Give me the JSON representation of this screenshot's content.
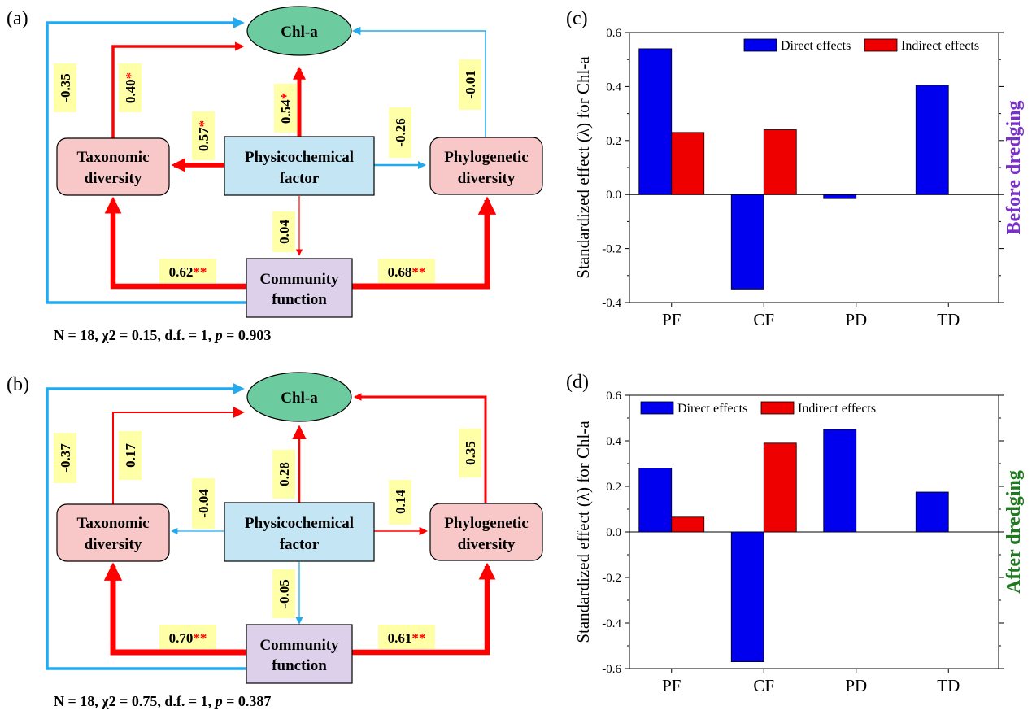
{
  "colors": {
    "positive": "#ff0000",
    "negative": "#22aaee",
    "direct": "#0000ee",
    "indirect": "#ee0000",
    "chla_fill": "#6ccca0",
    "diversity_fill": "#f8c8c8",
    "physchem_fill": "#c4e6f4",
    "function_fill": "#dcd0ea",
    "coef_box": "#ffffa8",
    "star": "#ff0000",
    "before_label": "#7b2fc9",
    "after_label": "#1f7a1f"
  },
  "panel_a": {
    "label": "(a)",
    "nodes": {
      "chla": "Chl-a",
      "taxonomic": [
        "Taxonomic",
        "diversity"
      ],
      "physchem": [
        "Physicochemical",
        "factor"
      ],
      "phylogenetic": [
        "Phylogenetic",
        "diversity"
      ],
      "function": [
        "Community",
        "function"
      ]
    },
    "coefficients": {
      "cf_chla": {
        "value": "-0.35",
        "stars": ""
      },
      "td_chla": {
        "value": "0.40",
        "stars": "*"
      },
      "pf_chla": {
        "value": "0.54",
        "stars": "*"
      },
      "pd_chla": {
        "value": "-0.01",
        "stars": ""
      },
      "pf_td": {
        "value": "0.57",
        "stars": "*"
      },
      "pf_pd": {
        "value": "-0.26",
        "stars": ""
      },
      "pf_cf": {
        "value": "0.04",
        "stars": ""
      },
      "cf_td": {
        "value": "0.62",
        "stars": "**"
      },
      "cf_pd": {
        "value": "0.68",
        "stars": "**"
      }
    },
    "stats": {
      "prefix": "N = 18, χ2 = 0.15, d.f. = 1, ",
      "p_symbol": "p",
      "p_value": " = 0.903"
    }
  },
  "panel_b": {
    "label": "(b)",
    "nodes": {
      "chla": "Chl-a",
      "taxonomic": [
        "Taxonomic",
        "diversity"
      ],
      "physchem": [
        "Physicochemical",
        "factor"
      ],
      "phylogenetic": [
        "Phylogenetic",
        "diversity"
      ],
      "function": [
        "Community",
        "function"
      ]
    },
    "coefficients": {
      "cf_chla": {
        "value": "-0.37",
        "stars": ""
      },
      "td_chla": {
        "value": "0.17",
        "stars": ""
      },
      "pf_chla": {
        "value": "0.28",
        "stars": ""
      },
      "pd_chla": {
        "value": "0.35",
        "stars": ""
      },
      "pf_td": {
        "value": "-0.04",
        "stars": ""
      },
      "pf_pd": {
        "value": "0.14",
        "stars": ""
      },
      "pf_cf": {
        "value": "-0.05",
        "stars": ""
      },
      "cf_td": {
        "value": "0.70",
        "stars": "**"
      },
      "cf_pd": {
        "value": "0.61",
        "stars": "**"
      }
    },
    "stats": {
      "prefix": "N = 18, χ2 = 0.75, d.f. = 1, ",
      "p_symbol": "p",
      "p_value": " = 0.387"
    }
  },
  "chart_data": [
    {
      "type": "bar",
      "panel_label": "(c)",
      "categories": [
        "PF",
        "CF",
        "PD",
        "TD"
      ],
      "series": [
        {
          "name": "Direct effects",
          "values": [
            0.54,
            -0.35,
            -0.015,
            0.405
          ]
        },
        {
          "name": "Indirect effects",
          "values": [
            0.23,
            0.24,
            null,
            null
          ]
        }
      ],
      "ylabel": "Standardized effect (λ) for Chl-a",
      "side_label": "Before dredging",
      "ylim": [
        -0.4,
        0.6
      ],
      "yticks": [
        -0.4,
        -0.2,
        0.0,
        0.2,
        0.4,
        0.6
      ],
      "ytick_labels": [
        "-0.4",
        "-0.2",
        "0.0",
        "0.2",
        "0.4",
        "0.6"
      ],
      "legend_position": "top-right",
      "grid": false
    },
    {
      "type": "bar",
      "panel_label": "(d)",
      "categories": [
        "PF",
        "CF",
        "PD",
        "TD"
      ],
      "series": [
        {
          "name": "Direct effects",
          "values": [
            0.28,
            -0.57,
            0.45,
            0.175
          ]
        },
        {
          "name": "Indirect effects",
          "values": [
            0.065,
            0.39,
            null,
            null
          ]
        }
      ],
      "ylabel": "Standardized effect (λ) for Chl-a",
      "side_label": "After dredging",
      "ylim": [
        -0.6,
        0.6
      ],
      "yticks": [
        -0.6,
        -0.4,
        -0.2,
        0.0,
        0.2,
        0.4,
        0.6
      ],
      "ytick_labels": [
        "-0.6",
        "-0.4",
        "-0.2",
        "0.0",
        "0.2",
        "0.4",
        "0.6"
      ],
      "legend_position": "top-left",
      "grid": false
    }
  ]
}
